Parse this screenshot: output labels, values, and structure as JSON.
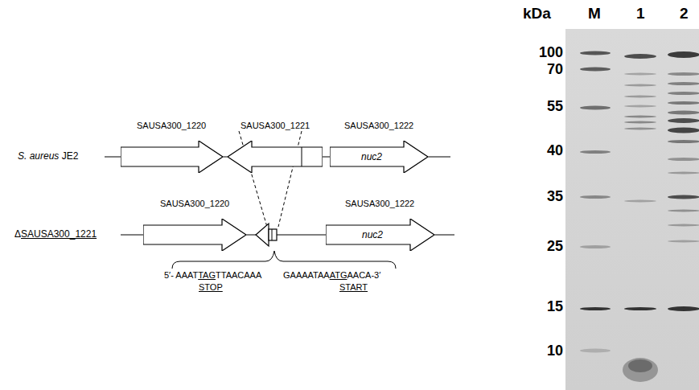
{
  "diagram": {
    "nodes": [
      {
        "text": [
          "SAUSA300_1220"
        ]
      },
      {
        "text": [
          "SAUSA300_1221"
        ]
      },
      {
        "text": [
          "SAUSA300_1222",
          "nuc2"
        ]
      },
      {
        "text": [
          "SAUSA300_1220"
        ]
      },
      {
        "text": [
          "SAUSA300_1222",
          "nuc2"
        ]
      }
    ],
    "labels": [
      "S. aureus JE2",
      "ΔSAUSA300_1221",
      "5′- AAATTAGTTAACAAA",
      "GAAAATAAATGAACA-3′",
      "STOP",
      "START",
      "kDa",
      "M",
      "1",
      "2",
      "100",
      "70",
      "55",
      "40",
      "35",
      "25",
      "15",
      "10"
    ]
  }
}
